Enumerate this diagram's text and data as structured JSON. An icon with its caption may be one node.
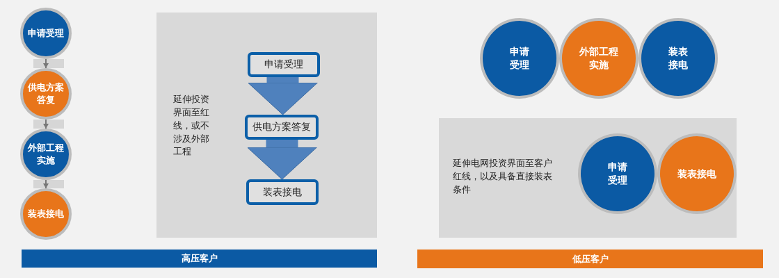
{
  "diagram": {
    "nodes": [
      {
        "text": [
          "申请受理"
        ]
      },
      {
        "text": [
          "供电方案答复"
        ]
      },
      {
        "text": [
          "外部工程实施"
        ]
      },
      {
        "text": [
          "装表接电"
        ]
      },
      {
        "text": [
          "延伸投资界面至红线，或不涉及外部工程"
        ]
      },
      {
        "text": [
          "申请受理"
        ],
        "in": 4
      },
      {
        "text": [
          "供电方案答复"
        ],
        "in": 4
      },
      {
        "text": [
          "装表接电"
        ],
        "in": 4
      },
      {
        "text": [
          "高压客户"
        ]
      },
      {
        "text": [
          "申请受理"
        ]
      },
      {
        "text": [
          "外部工程实施"
        ]
      },
      {
        "text": [
          "装表接电"
        ]
      },
      {
        "text": [
          "延伸电网投资界面至客户红线，以及具备直接装表条件"
        ]
      },
      {
        "text": [
          "申请受理"
        ],
        "in": 12
      },
      {
        "text": [
          "装表接电"
        ],
        "in": 12
      },
      {
        "text": [
          "低压客户"
        ]
      }
    ],
    "edges": [
      {
        "from": 0,
        "to": 1,
        "arrow": "to"
      },
      {
        "from": 1,
        "to": 2,
        "arrow": "to"
      },
      {
        "from": 2,
        "to": 3,
        "arrow": "to"
      },
      {
        "from": 5,
        "to": 6,
        "arrow": "to",
        "style": "thick",
        "color": "#4f81bd"
      },
      {
        "from": 6,
        "to": 7,
        "arrow": "to",
        "style": "thick",
        "color": "#4f81bd"
      }
    ]
  }
}
